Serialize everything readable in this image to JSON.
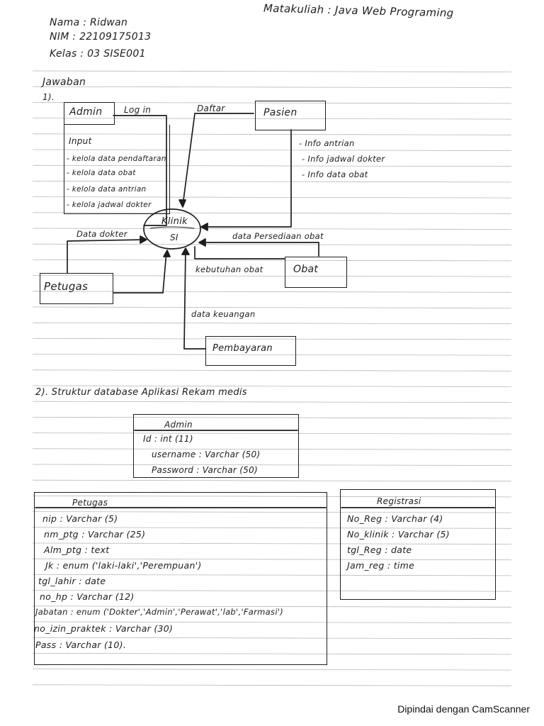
{
  "header": {
    "name": "Nama : Ridwan",
    "nim": "NIM : 22109175013",
    "kelas": "Kelas : 03 SISE001",
    "course": "Matakuliah : Java Web Programing"
  },
  "section1": {
    "heading": "Jawaban",
    "number": "1).",
    "admin": {
      "box": "Admin",
      "input_title": "Input",
      "items": [
        "- kelola data pendaftaran",
        "- kelola data obat",
        "- kelola data antrian",
        "- kelola jadwal dokter"
      ]
    },
    "login": "Log in",
    "daftar": "Daftar",
    "pasien": {
      "box": "Pasien",
      "items": [
        "- Info antrian",
        "- Info jadwal dokter",
        "- Info data obat"
      ]
    },
    "klinik": [
      "Klinik",
      "SI"
    ],
    "data_dokter": "Data dokter",
    "data_persediaan": "data Persediaan obat",
    "kebutuhan": "kebutuhan obat",
    "obat": "Obat",
    "petugas": "Petugas",
    "data_keuangan": "data keuangan",
    "pembayaran": "Pembayaran"
  },
  "section2": {
    "heading": "2). Struktur database Aplikasi Rekam medis",
    "admin_table": {
      "title": "Admin",
      "fields": [
        "Id : int (11)",
        "username : Varchar (50)",
        "Password : Varchar (50)"
      ]
    },
    "petugas_table": {
      "title": "Petugas",
      "fields": [
        "nip : Varchar (5)",
        "nm_ptg : Varchar (25)",
        "Alm_ptg : text",
        "Jk : enum ('laki-laki','Perempuan')",
        "tgl_lahir : date",
        "no_hp : Varchar (12)",
        "Jabatan : enum ('Dokter','Admin','Perawat','lab','Farmasi')",
        "no_izin_praktek : Varchar (30)",
        "Pass : Varchar (10)."
      ]
    },
    "registrasi_table": {
      "title": "Registrasi",
      "fields": [
        "No_Reg : Varchar (4)",
        "No_klinik : Varchar (5)",
        "tgl_Reg : date",
        "Jam_reg : time"
      ]
    }
  },
  "footer": "Dipindai dengan CamScanner"
}
